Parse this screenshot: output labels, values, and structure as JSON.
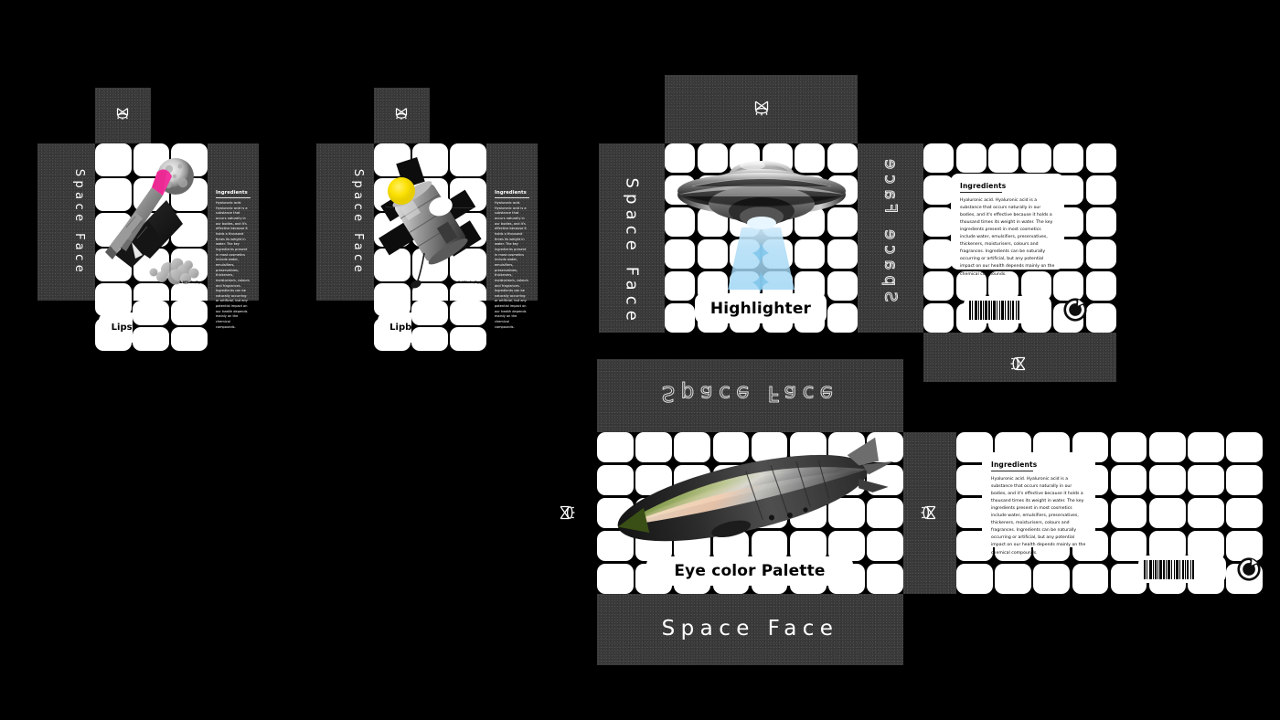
{
  "brand": {
    "name": "Space Face"
  },
  "canvas": {
    "background": "#000000"
  },
  "palette": {
    "black": "#000000",
    "white": "#ffffff",
    "dark_panel": "#3a3a3a",
    "lipstick_pink": "#F0339E",
    "lipbalm_yellow": "#FCE205",
    "beam_blue": "#A8DCF5",
    "zeppelin_green": "#5E7A2A",
    "zeppelin_peach": "#F3CBB0"
  },
  "ingredients": {
    "heading": "Ingredients",
    "body": "Hyaluronic acid. Hyaluronic acid is a substance that occurs naturally in our bodies, and it's effective because it holds a thousand times its weight in water. The key ingredients present in most cosmetics include water, emulsifiers, preservatives, thickeners, moisturisers, colours and fragrances. Ingredients can be naturally occurring or artificial, but any potential impact on our health depends mainly on the chemical compounds."
  },
  "icons": {
    "logo_mark": "space-face-logo-glyph",
    "recycle_mark": "mobius-recycle-icon",
    "barcode": "barcode"
  },
  "packages": [
    {
      "id": "lipstick",
      "product_name": "Lipstick",
      "brand_label": "Space Face",
      "volume": "3.0FL Oz/5g",
      "artwork": "space-shuttle-with-lipstick-tip-and-moon",
      "accent_color": "#F0339E"
    },
    {
      "id": "lipbalm",
      "product_name": "Lipbalm",
      "brand_label": "Space Face",
      "volume": "3.0FL Oz/5g",
      "artwork": "hubble-space-telescope-with-yellow-sun",
      "accent_color": "#FCE205"
    },
    {
      "id": "highlighter",
      "product_name": "Highlighter",
      "brand_label": "Space Face",
      "brand_label_side": "Space Face",
      "artwork": "flying-saucer-ufo-with-light-beam",
      "accent_color": "#A8DCF5"
    },
    {
      "id": "eye-color-palette",
      "product_name": "Eye color Palette",
      "brand_label_top": "Space Face",
      "brand_label_bottom": "Space Face",
      "artwork": "zeppelin-airship-gradient",
      "accent_color": "#5E7A2A"
    }
  ]
}
